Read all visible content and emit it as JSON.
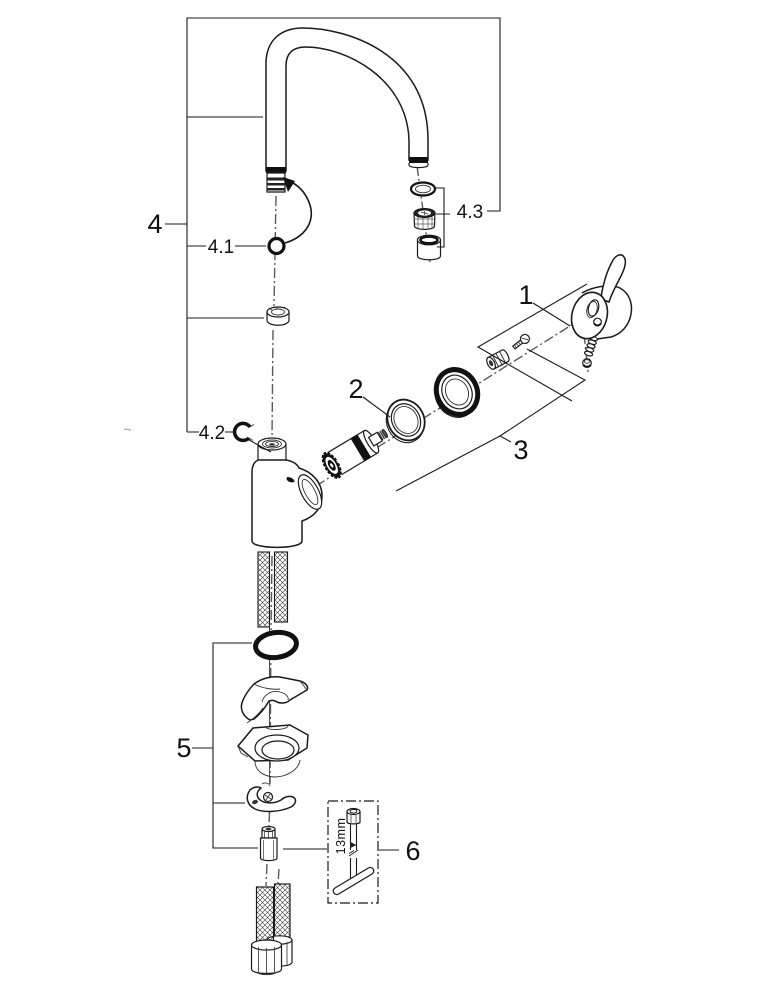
{
  "diagram": {
    "background": "#ffffff",
    "line_color": "#1a1a1a",
    "labels": {
      "part1": "1",
      "part2": "2",
      "part3": "3",
      "part4": "4",
      "part4_1": "4.1",
      "part4_2": "4.2",
      "part4_3": "4.3",
      "part5": "5",
      "part6": "6"
    },
    "annotations": {
      "tool_size": "13mm"
    }
  }
}
